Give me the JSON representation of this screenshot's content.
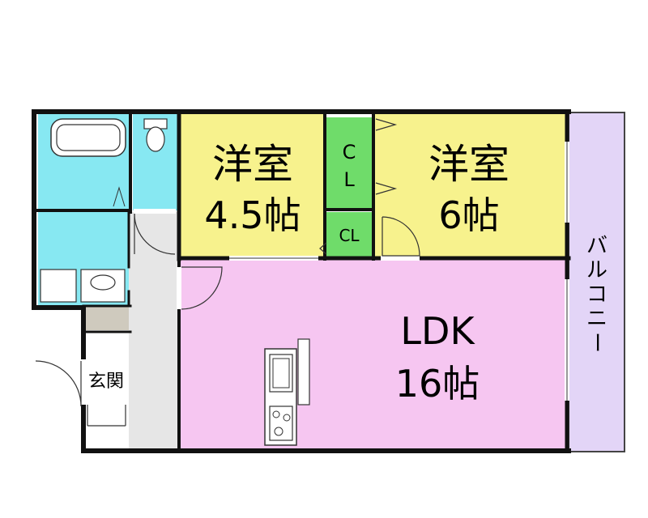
{
  "colors": {
    "bedroom": "#f7f28d",
    "closet": "#6fdc6a",
    "ldk": "#f6c6f1",
    "balcony": "#e3d5f7",
    "wet": "#87e8f2",
    "corridor": "#e6e6e6",
    "storage": "#cfcabe",
    "wall": "#111111"
  },
  "rooms": {
    "western1": {
      "name": "洋室",
      "size": "4.5帖"
    },
    "western2": {
      "name": "洋室",
      "size": "6帖"
    },
    "closet_upper": {
      "label_c": "C",
      "label_l": "L"
    },
    "closet_lower": {
      "label": "CL"
    },
    "ldk": {
      "name": "LDK",
      "size": "16帖"
    },
    "balcony": {
      "chars": [
        "バ",
        "ル",
        "コ",
        "ニ",
        "ー"
      ]
    },
    "entrance": {
      "name": "玄関"
    }
  }
}
